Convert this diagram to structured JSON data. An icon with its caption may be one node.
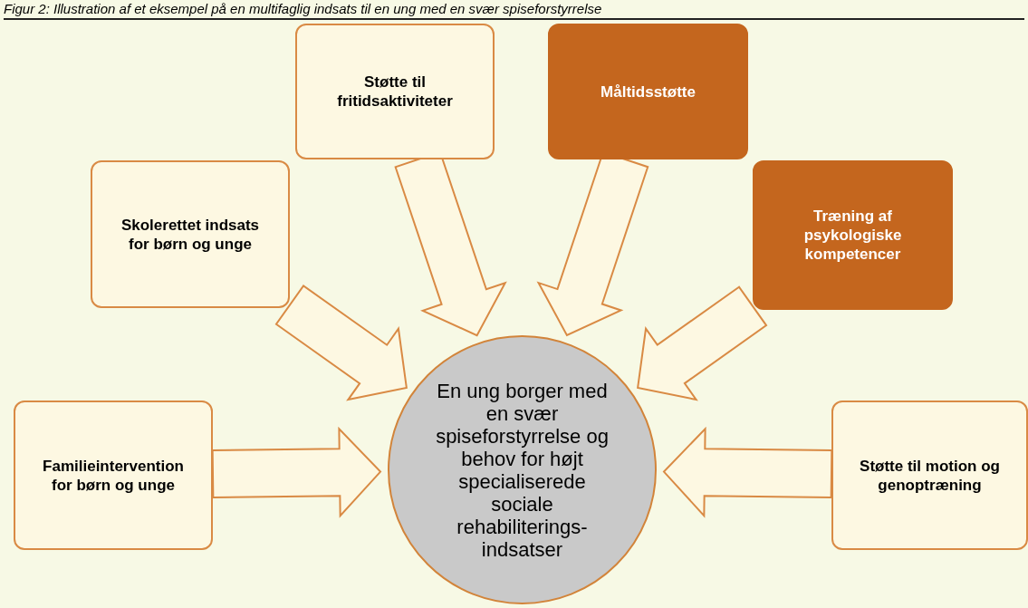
{
  "diagram": {
    "title": "Figur 2: Illustration af et eksempel på en multifaglig indsats til en ung med en svær spiseforstyrrelse",
    "nodes": [
      {
        "text": [
          "Støtte til fritidsaktiviteter"
        ]
      },
      {
        "text": [
          "Måltidsstøtte"
        ]
      },
      {
        "text": [
          "Skolerettet indsats for børn og unge"
        ]
      },
      {
        "text": [
          "Træning af psykologiske kompetencer"
        ]
      },
      {
        "text": [
          "Familieintervention for børn og unge"
        ]
      },
      {
        "text": [
          "Støtte til motion og genoptræning"
        ]
      },
      {
        "text": [
          "En ung borger med en svær spiseforstyrrelse og behov for højt specialiserede sociale rehabiliterings-indsatser"
        ]
      }
    ],
    "edges": [
      {
        "from": 0,
        "to": 6,
        "arrow": "to"
      },
      {
        "from": 1,
        "to": 6,
        "arrow": "to"
      },
      {
        "from": 2,
        "to": 6,
        "arrow": "to"
      },
      {
        "from": 3,
        "to": 6,
        "arrow": "to"
      },
      {
        "from": 4,
        "to": 6,
        "arrow": "to"
      },
      {
        "from": 5,
        "to": 6,
        "arrow": "to"
      }
    ]
  }
}
